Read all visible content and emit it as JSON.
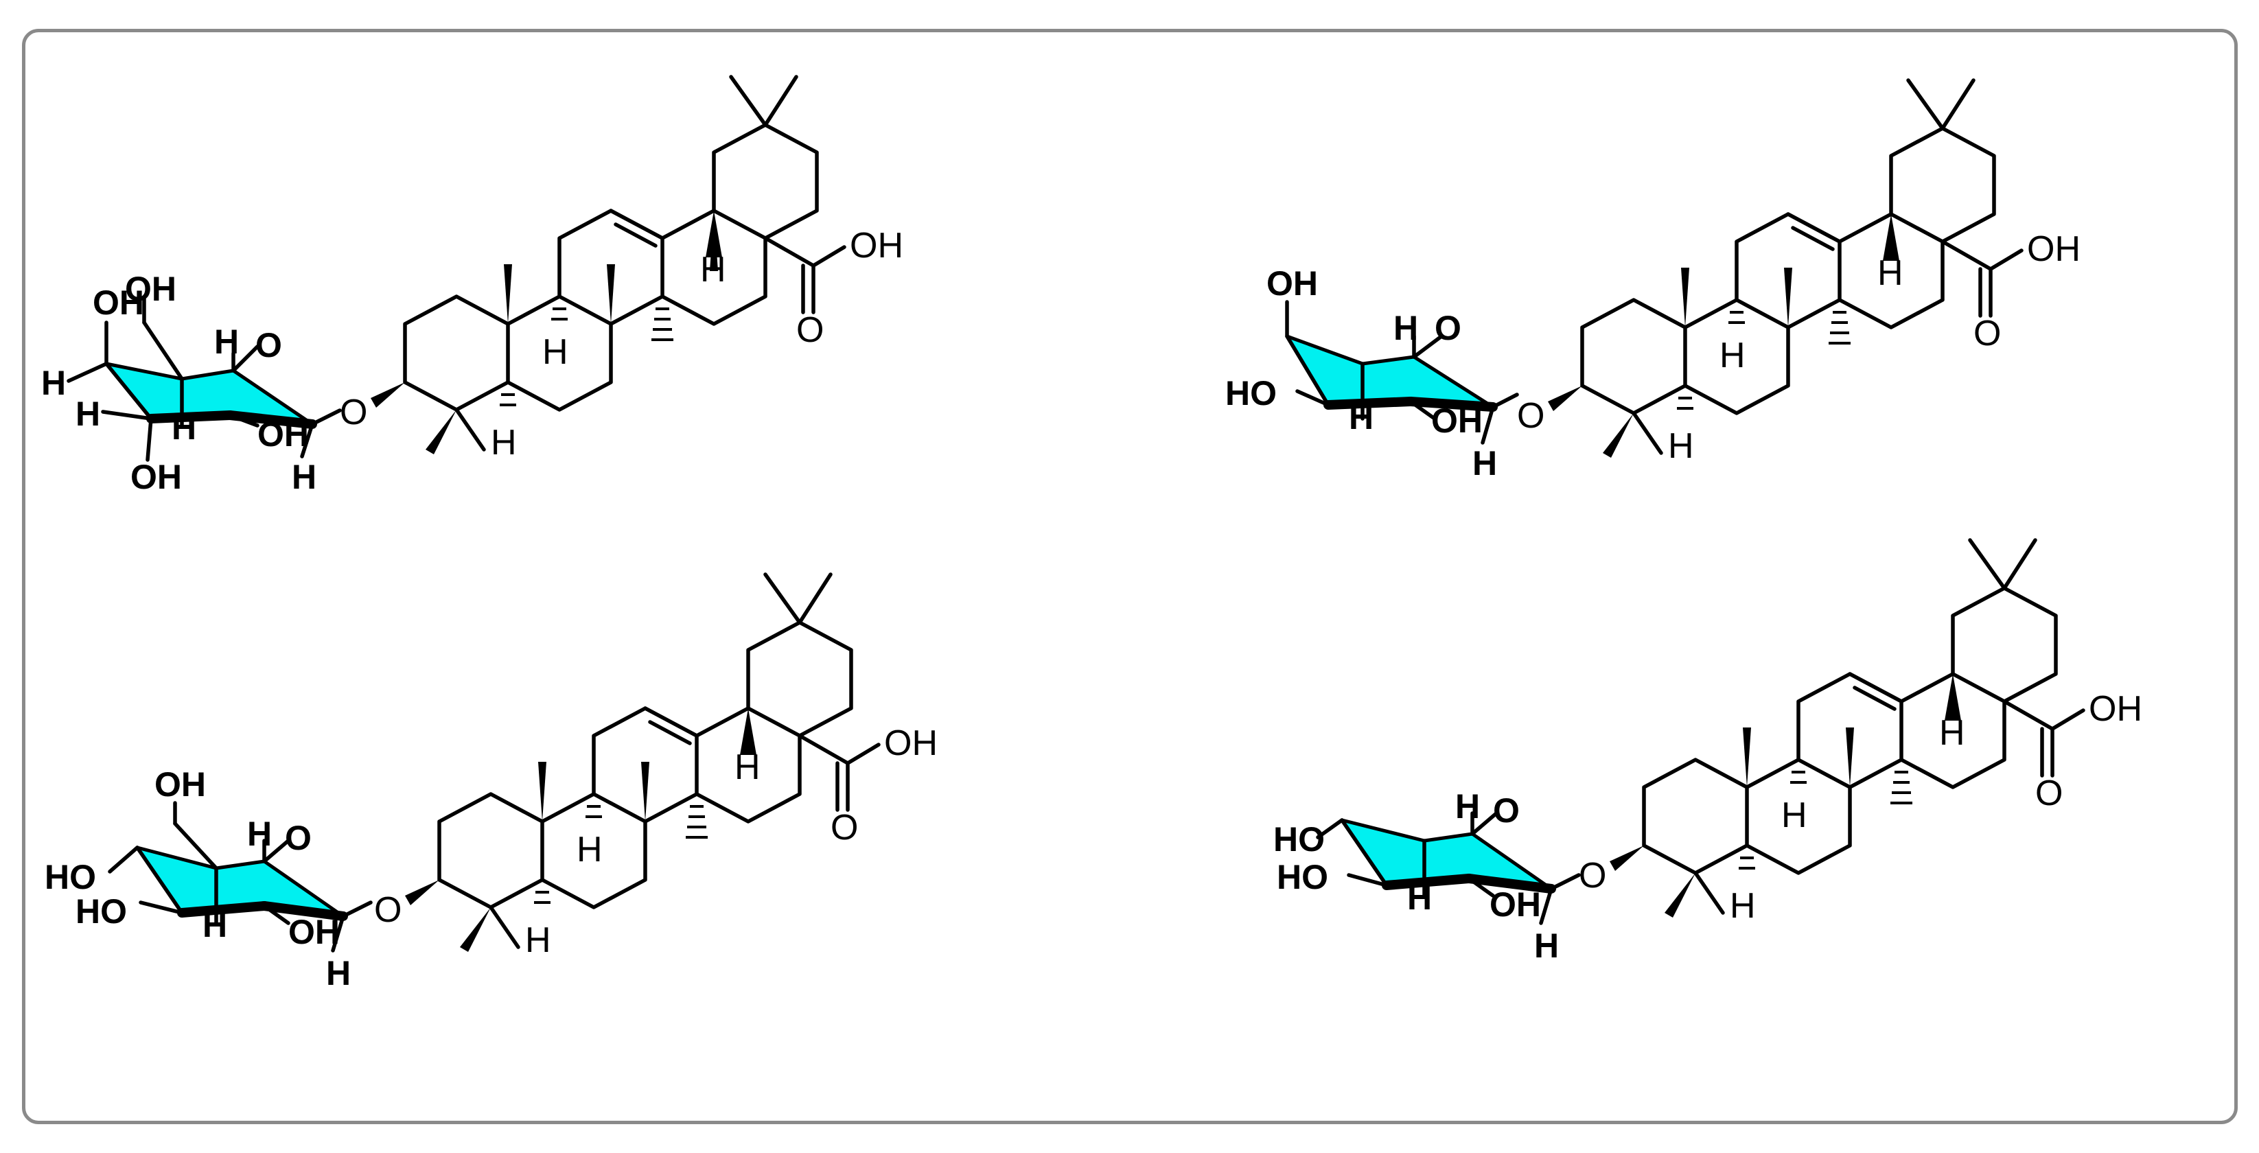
{
  "molecules": [
    {
      "sugar": {
        "labels": [
          "OH",
          "OH",
          "H",
          "O",
          "H",
          "H",
          "H",
          "OH",
          "OH",
          "H"
        ]
      },
      "linker_O": "O",
      "triterpene": {
        "acid_OH": "OH",
        "acid_O": "O",
        "H_labels": [
          "H",
          "H",
          "H"
        ]
      }
    },
    {
      "sugar": {
        "labels": [
          "OH",
          "H",
          "O",
          "HO",
          "H",
          "OH",
          "H"
        ]
      },
      "linker_O": "O",
      "triterpene": {
        "acid_OH": "OH",
        "acid_O": "O",
        "H_labels": [
          "H",
          "H",
          "H"
        ]
      }
    },
    {
      "sugar": {
        "labels": [
          "OH",
          "H",
          "O",
          "HO",
          "HO",
          "H",
          "OH",
          "H"
        ]
      },
      "linker_O": "O",
      "triterpene": {
        "acid_OH": "OH",
        "acid_O": "O",
        "H_labels": [
          "H",
          "H",
          "H"
        ]
      }
    },
    {
      "sugar": {
        "labels": [
          "HO",
          "H",
          "O",
          "HO",
          "H",
          "OH",
          "H"
        ]
      },
      "linker_O": "O",
      "triterpene": {
        "acid_OH": "OH",
        "acid_O": "O",
        "H_labels": [
          "H",
          "H",
          "H"
        ]
      }
    }
  ],
  "colors": {
    "sugar_fill": "#00f0f0",
    "frame": "#8a8a8a"
  }
}
